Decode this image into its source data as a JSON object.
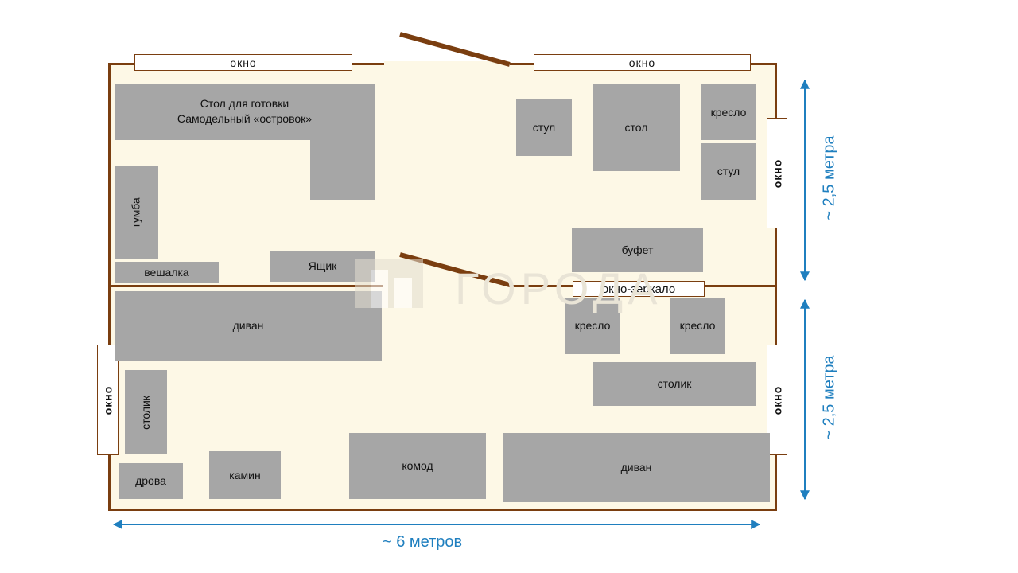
{
  "labels": {
    "window": "окно",
    "window_mirror": "окно-зеркало",
    "kitchen_table": "Стол для готовки\nСамодельный «островок»",
    "tumba": "тумба",
    "veshalka": "вешалка",
    "box": "Ящик",
    "chair": "стул",
    "table": "стол",
    "armchair": "кресло",
    "buffet": "буфет",
    "sofa": "диван",
    "small_table": "столик",
    "firewood": "дрова",
    "fireplace": "камин",
    "chest": "комод"
  },
  "dimensions": {
    "width": "~ 6 метров",
    "height_top": "~ 2,5 метра",
    "height_bottom": "~ 2,5 метра"
  },
  "watermark": "ГОРОДА",
  "colors": {
    "wall": "#7a3e10",
    "floor": "#fdf8e6",
    "furniture": "#a6a6a6",
    "dimension": "#1f7fbf"
  }
}
